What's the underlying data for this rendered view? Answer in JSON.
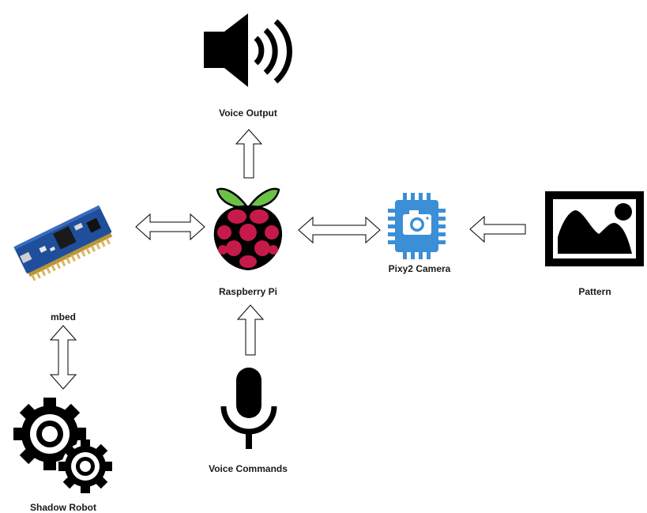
{
  "nodes": {
    "voice_output": {
      "label": "Voice Output",
      "icon": "speaker-icon"
    },
    "raspberry_pi": {
      "label": "Raspberry Pi",
      "icon": "raspberry-pi-logo-icon"
    },
    "pixy2_camera": {
      "label": "Pixy2 Camera",
      "icon": "camera-chip-icon"
    },
    "pattern": {
      "label": "Pattern",
      "icon": "image-icon"
    },
    "mbed": {
      "label": "mbed",
      "icon": "mbed-board-icon"
    },
    "shadow_robot": {
      "label": "Shadow Robot",
      "icon": "gears-icon"
    },
    "voice_commands": {
      "label": "Voice Commands",
      "icon": "microphone-icon"
    }
  },
  "edges": [
    {
      "from": "raspberry_pi",
      "to": "voice_output",
      "direction": "one-way"
    },
    {
      "from": "mbed",
      "to": "raspberry_pi",
      "direction": "two-way"
    },
    {
      "from": "raspberry_pi",
      "to": "pixy2_camera",
      "direction": "two-way"
    },
    {
      "from": "pattern",
      "to": "pixy2_camera",
      "direction": "one-way"
    },
    {
      "from": "mbed",
      "to": "shadow_robot",
      "direction": "two-way"
    },
    {
      "from": "voice_commands",
      "to": "raspberry_pi",
      "direction": "one-way"
    }
  ],
  "colors": {
    "raspberry_red": "#c51a4a",
    "raspberry_leaf": "#6cc04a",
    "camera_blue": "#3b8fd6",
    "board_blue": "#1f4f9a",
    "icon_black": "#000000"
  }
}
